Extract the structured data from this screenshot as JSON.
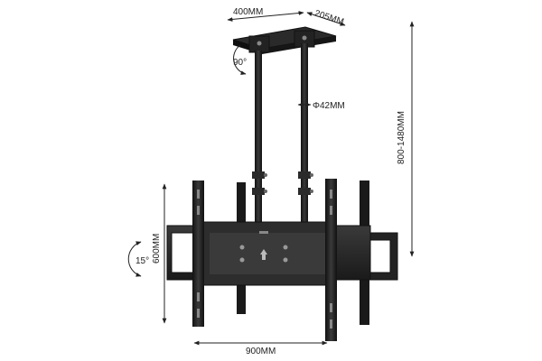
{
  "dimensions": {
    "mount_width": "400MM",
    "mount_depth": "205MM",
    "rotation_top": "90°",
    "pole_diameter": "Φ42MM",
    "height_range": "800-1480MM",
    "plate_height": "600MM",
    "tilt": "15°",
    "plate_width": "900MM"
  },
  "colors": {
    "metal": "#1c1c1c",
    "metal_mid": "#2e2e2e",
    "metal_light": "#4a4a4a",
    "dimension_line": "#222222"
  }
}
